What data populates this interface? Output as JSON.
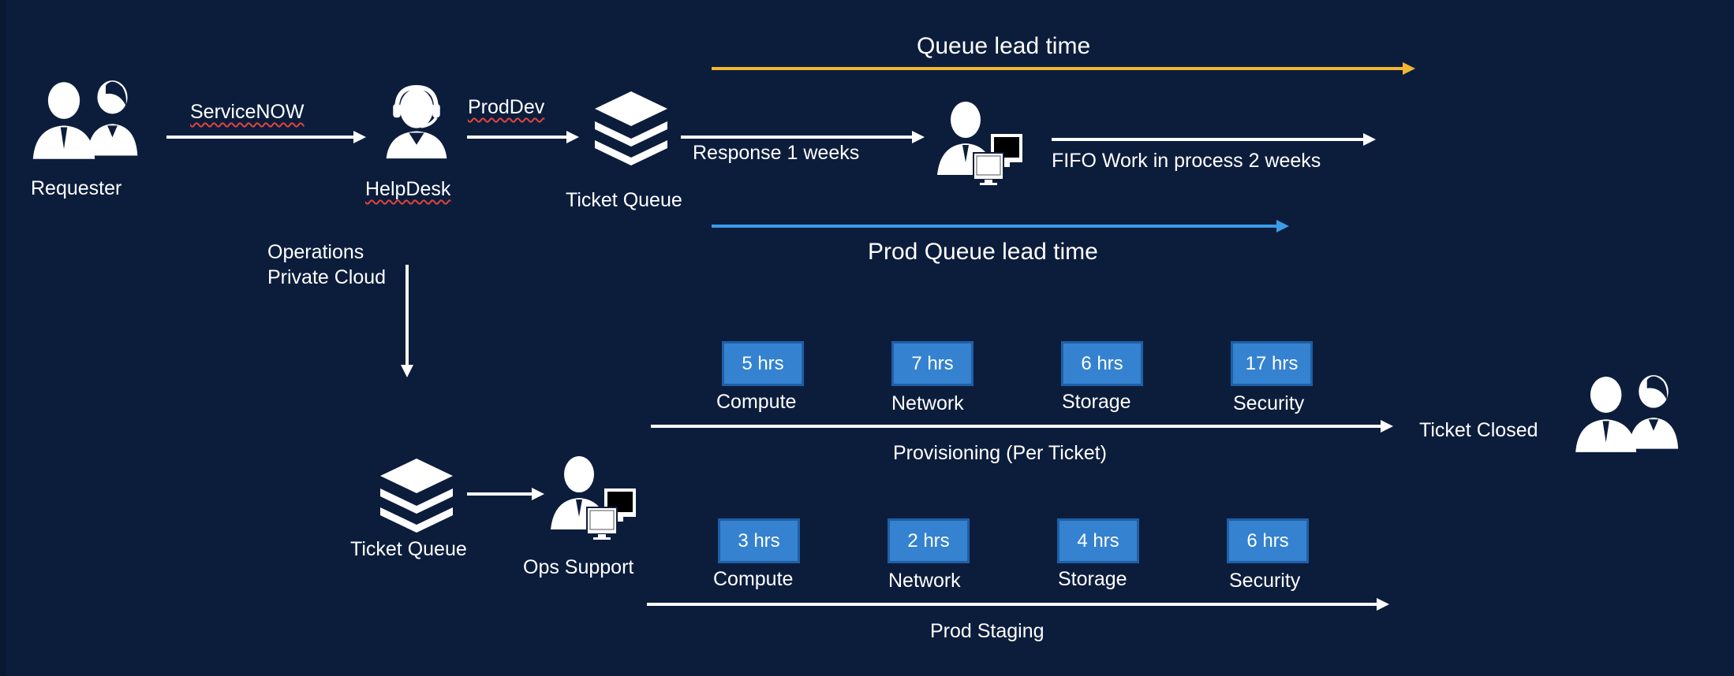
{
  "top_flow": {
    "requester_label": "Requester",
    "servicenow_label": "ServiceNOW",
    "helpdesk_label": "HelpDesk",
    "proddev_label": "ProdDev",
    "ticket_queue_label": "Ticket Queue",
    "response_label": "Response  1 weeks",
    "fifo_label": "FIFO Work in process  2 weeks",
    "queue_lead_time_label": "Queue lead time",
    "prod_queue_lead_time_label": "Prod Queue lead time"
  },
  "ops_branch": {
    "operations_label_line1": "Operations",
    "operations_label_line2": "Private Cloud",
    "ticket_queue_label": "Ticket Queue",
    "ops_support_label": "Ops Support"
  },
  "provisioning": {
    "label": "Provisioning (Per Ticket)",
    "steps": [
      {
        "name": "Compute",
        "time": "5 hrs"
      },
      {
        "name": "Network",
        "time": "7 hrs"
      },
      {
        "name": "Storage",
        "time": "6 hrs"
      },
      {
        "name": "Security",
        "time": "17 hrs"
      }
    ],
    "end_label": "Ticket Closed"
  },
  "prod_staging": {
    "label": "Prod Staging",
    "steps": [
      {
        "name": "Compute",
        "time": "3 hrs"
      },
      {
        "name": "Network",
        "time": "2 hrs"
      },
      {
        "name": "Storage",
        "time": "4 hrs"
      },
      {
        "name": "Security",
        "time": "6 hrs"
      }
    ]
  },
  "colors": {
    "background": "#0c1d3c",
    "queue_lead_time_line": "#f2b632",
    "prod_queue_lead_time_line": "#3d9be9",
    "time_box": "#3582d0",
    "text": "#ffffff"
  },
  "icons": {
    "requester": "users-icon",
    "helpdesk": "headset-agent-icon",
    "ticket_queue": "layers-stack-icon",
    "worker": "person-at-computer-icon",
    "ticket_closed": "users-icon"
  }
}
